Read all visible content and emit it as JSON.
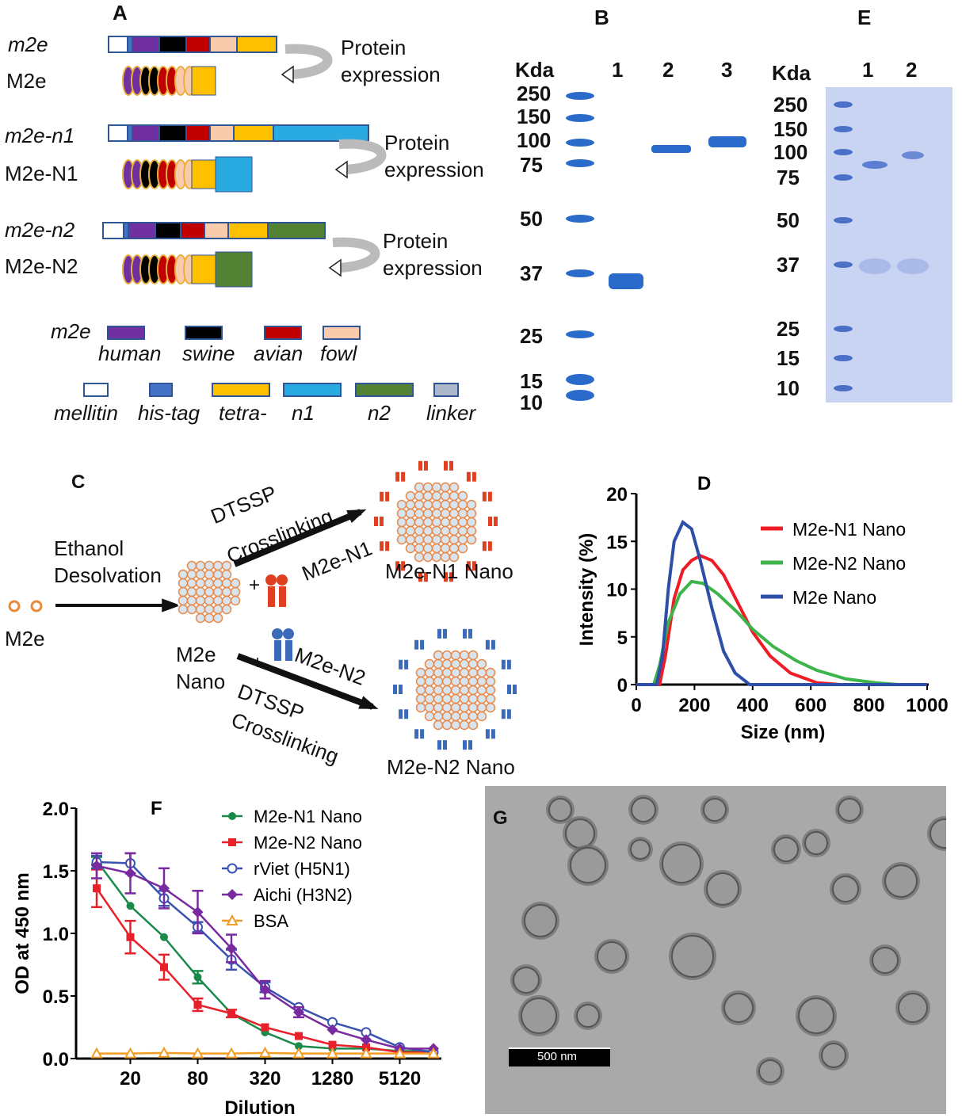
{
  "panel_labels": {
    "a": "A",
    "b": "B",
    "c": "C",
    "d": "D",
    "e": "E",
    "f": "F",
    "g": "G"
  },
  "panel_a": {
    "constructs": [
      {
        "gene": "m2e",
        "protein": "M2e",
        "arrow_label_1": "Protein",
        "arrow_label_2": "expression"
      },
      {
        "gene": "m2e-n1",
        "protein": "M2e-N1",
        "arrow_label_1": "Protein",
        "arrow_label_2": "expression"
      },
      {
        "gene": "m2e-n2",
        "protein": "M2e-N2",
        "arrow_label_1": "Protein",
        "arrow_label_2": "expression"
      }
    ],
    "legend_title": "m2e",
    "legend_row1": [
      "human",
      "swine",
      "avian",
      "fowl"
    ],
    "legend_row2": [
      "mellitin",
      "his-tag",
      "tetra-",
      "n1",
      "n2",
      "linker"
    ],
    "colors": {
      "human": "#7030a0",
      "swine": "#000000",
      "avian": "#c00000",
      "fowl": "#f8cbad",
      "mellitin": "#ffffff",
      "his_tag": "#4472c4",
      "tetra": "#ffc000",
      "n1": "#29abe2",
      "n2": "#548235",
      "linker": "#adb9ca"
    }
  },
  "panel_b": {
    "kda_label": "Kda",
    "markers": [
      "250",
      "150",
      "100",
      "75",
      "50",
      "37",
      "25",
      "15",
      "10"
    ],
    "lanes": [
      "1",
      "2",
      "3"
    ]
  },
  "panel_e": {
    "kda_label": "Kda",
    "markers": [
      "250",
      "150",
      "100",
      "75",
      "50",
      "37",
      "25",
      "15",
      "10"
    ],
    "lanes": [
      "1",
      "2"
    ]
  },
  "panel_c": {
    "m2e": "M2e",
    "ethanol_1": "Ethanol",
    "ethanol_2": "Desolvation",
    "nano_1": "M2e",
    "nano_2": "Nano",
    "dtssp": "DTSSP",
    "crosslinking": "Crosslinking",
    "plus": "+",
    "n1_label": "M2e-N1",
    "n2_label": "M2e-N2",
    "n1_nano": "M2e-N1 Nano",
    "n2_nano": "M2e-N2 Nano"
  },
  "panel_g": {
    "scale_bar": "500 nm"
  },
  "chart_data": [
    {
      "type": "line",
      "title": "D",
      "xlabel": "Size (nm)",
      "ylabel": "Intensity (%)",
      "xlim": [
        0,
        1000
      ],
      "ylim": [
        0,
        20
      ],
      "xticks": [
        "0",
        "200",
        "400",
        "600",
        "800",
        "1000"
      ],
      "yticks": [
        "0",
        "5",
        "10",
        "15",
        "20"
      ],
      "legend": "top-right",
      "series": [
        {
          "name": "M2e-N1 Nano",
          "color": "#ee1c25",
          "points": [
            [
              0,
              0
            ],
            [
              80,
              0
            ],
            [
              100,
              3
            ],
            [
              130,
              9
            ],
            [
              160,
              12
            ],
            [
              190,
              13
            ],
            [
              220,
              13.5
            ],
            [
              260,
              13
            ],
            [
              300,
              11.5
            ],
            [
              350,
              8.5
            ],
            [
              400,
              5.5
            ],
            [
              460,
              3
            ],
            [
              530,
              1.2
            ],
            [
              620,
              0.2
            ],
            [
              700,
              0
            ],
            [
              1000,
              0
            ]
          ]
        },
        {
          "name": "M2e-N2 Nano",
          "color": "#3cb44b",
          "points": [
            [
              0,
              0
            ],
            [
              60,
              0
            ],
            [
              80,
              2
            ],
            [
              110,
              6.5
            ],
            [
              150,
              9.5
            ],
            [
              190,
              10.8
            ],
            [
              230,
              10.6
            ],
            [
              280,
              9.5
            ],
            [
              350,
              7.5
            ],
            [
              400,
              5.8
            ],
            [
              470,
              4
            ],
            [
              550,
              2.5
            ],
            [
              620,
              1.5
            ],
            [
              720,
              0.6
            ],
            [
              820,
              0.2
            ],
            [
              900,
              0
            ],
            [
              1000,
              0
            ]
          ]
        },
        {
          "name": "M2e Nano",
          "color": "#2e4fa8",
          "points": [
            [
              0,
              0
            ],
            [
              70,
              0
            ],
            [
              90,
              3
            ],
            [
              110,
              10
            ],
            [
              130,
              15
            ],
            [
              160,
              17
            ],
            [
              190,
              16.3
            ],
            [
              220,
              13
            ],
            [
              260,
              8
            ],
            [
              300,
              3.5
            ],
            [
              340,
              1.2
            ],
            [
              390,
              0
            ],
            [
              1000,
              0
            ]
          ]
        }
      ]
    },
    {
      "type": "line",
      "title": "F",
      "xlabel": "Dilution",
      "ylabel": "OD at 450 nm",
      "ylim": [
        0,
        2.0
      ],
      "x": [
        10,
        20,
        40,
        80,
        160,
        320,
        640,
        1280,
        2560,
        5120,
        10240
      ],
      "xticks": [
        "20",
        "80",
        "320",
        "1280",
        "5120"
      ],
      "yticks": [
        "0.0",
        "0.5",
        "1.0",
        "1.5",
        "2.0"
      ],
      "legend": "top-right",
      "series": [
        {
          "name": "M2e-N1 Nano",
          "color": "#1a8a4a",
          "marker": "circle",
          "values": [
            1.58,
            1.22,
            0.97,
            0.65,
            0.36,
            0.21,
            0.1,
            0.08,
            0.08,
            0.06,
            0.06
          ],
          "errors": [
            0.03,
            0.02,
            0.02,
            0.05,
            0.02,
            0.01,
            0.01,
            0.01,
            0.01,
            0.01,
            0.01
          ]
        },
        {
          "name": "M2e-N2 Nano",
          "color": "#e8202a",
          "marker": "square",
          "values": [
            1.36,
            0.97,
            0.73,
            0.43,
            0.36,
            0.25,
            0.18,
            0.11,
            0.09,
            0.05,
            0.05
          ],
          "errors": [
            0.15,
            0.13,
            0.1,
            0.05,
            0.03,
            0.02,
            0.02,
            0.01,
            0.01,
            0.01,
            0.01
          ]
        },
        {
          "name": "rViet  (H5N1)",
          "color": "#3a52b0",
          "marker": "open-circle",
          "values": [
            1.57,
            1.56,
            1.28,
            1.05,
            0.79,
            0.57,
            0.41,
            0.29,
            0.21,
            0.09,
            0.05
          ],
          "errors": [
            0.05,
            0.08,
            0.06,
            0.04,
            0.08,
            0.04,
            0.02,
            0.01,
            0.01,
            0.01,
            0.01
          ]
        },
        {
          "name": "Aichi (H3N2)",
          "color": "#7a2aa0",
          "marker": "diamond",
          "values": [
            1.54,
            1.48,
            1.36,
            1.17,
            0.88,
            0.55,
            0.37,
            0.23,
            0.15,
            0.08,
            0.08
          ],
          "errors": [
            0.1,
            0.16,
            0.16,
            0.17,
            0.11,
            0.07,
            0.04,
            0.02,
            0.01,
            0.01,
            0.01
          ]
        },
        {
          "name": "BSA",
          "color": "#f39c24",
          "marker": "open-triangle",
          "values": [
            0.04,
            0.04,
            0.045,
            0.04,
            0.04,
            0.045,
            0.04,
            0.04,
            0.04,
            0.04,
            0.04
          ],
          "errors": [
            0,
            0,
            0,
            0,
            0,
            0,
            0,
            0,
            0,
            0,
            0
          ]
        }
      ]
    }
  ]
}
